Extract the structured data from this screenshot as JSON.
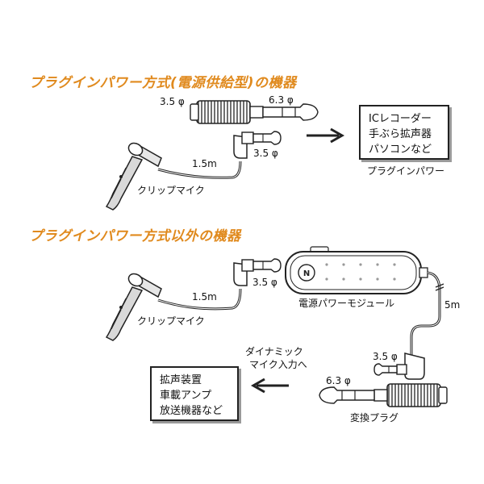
{
  "section1": {
    "heading": "プラグインパワー方式(電源供給型)の機器",
    "labels": {
      "mini_plug_top": "3.5 φ",
      "std_plug_top": "6.3 φ",
      "mini_plug_right": "3.5 φ",
      "cable_length": "1.5m",
      "clip_mic": "クリップマイク"
    },
    "device_box": [
      "ICレコーダー",
      "手ぶら拡声器",
      "パソコンなど"
    ],
    "device_caption": "プラグインパワー"
  },
  "section2": {
    "heading": "プラグインパワー方式以外の機器",
    "labels": {
      "mini_plug_mic": "3.5 φ",
      "cable_length": "1.5m",
      "clip_mic": "クリップマイク",
      "power_module": "電源パワーモジュール",
      "cable_5m": "5m",
      "dynamic_mic_line1": "ダイナミック",
      "dynamic_mic_line2": "マイク入力へ",
      "mini_plug_adapter": "3.5 φ",
      "std_plug_adapter": "6.3 φ",
      "adapter_caption": "変換プラグ"
    },
    "device_box": [
      "拡声装置",
      "車載アンプ",
      "放送機器など"
    ]
  },
  "colors": {
    "heading": "#e08a1e",
    "line": "#222222",
    "fill_gray": "#d9d9d9"
  }
}
